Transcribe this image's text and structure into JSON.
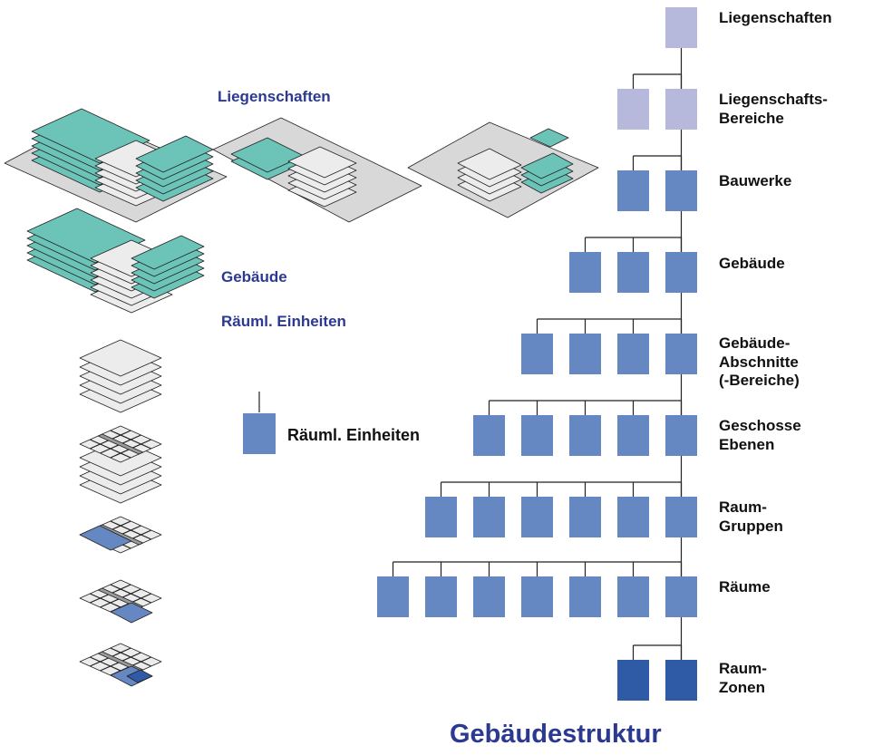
{
  "colors": {
    "light": "#b7b9dc",
    "medium": "#6688c2",
    "dark": "#2f5ba6",
    "teal": "#6cc4b8",
    "plate": "#d8d8d8",
    "plate_light": "#ececec",
    "line": "#222222",
    "accent_text": "#2b3990"
  },
  "title": "Gebäudestruktur",
  "legend_label": "Räuml. Einheiten",
  "left_labels": {
    "liegenschaften": "Liegenschaften",
    "gebaeude": "Gebäude",
    "raeuml_einheiten": "Räuml. Einheiten"
  },
  "levels": [
    {
      "label": "Liegenschaften",
      "count": 1,
      "color": "light"
    },
    {
      "label": "Liegenschafts-\nBereiche",
      "count": 2,
      "color": "light"
    },
    {
      "label": "Bauwerke",
      "count": 2,
      "color": "medium"
    },
    {
      "label": "Gebäude",
      "count": 3,
      "color": "medium"
    },
    {
      "label": "Gebäude-\nAbschnitte\n(-Bereiche)",
      "count": 4,
      "color": "medium"
    },
    {
      "label": "Geschosse\nEbenen",
      "count": 5,
      "color": "medium"
    },
    {
      "label": "Raum-\nGruppen",
      "count": 6,
      "color": "medium"
    },
    {
      "label": "Räume",
      "count": 7,
      "color": "medium"
    },
    {
      "label": "Raum-\nZonen",
      "count": 2,
      "color": "dark"
    }
  ]
}
